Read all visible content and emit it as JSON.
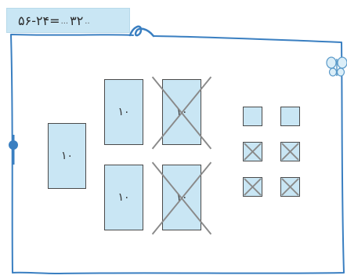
{
  "equation": {
    "expression": "۵۶-۲۴=",
    "dots_before": "...",
    "answer": "۳۲",
    "dots_after": ".."
  },
  "tens_blocks": [
    {
      "label": "۱۰",
      "crossed": false
    },
    {
      "label": "۱۰",
      "crossed": false
    },
    {
      "label": "۱۰",
      "crossed": false
    },
    {
      "label": "۱۰",
      "crossed": true
    },
    {
      "label": "۱۰",
      "crossed": true
    }
  ],
  "unit_cubes": [
    {
      "crossed": false
    },
    {
      "crossed": false
    },
    {
      "crossed": true
    },
    {
      "crossed": true
    },
    {
      "crossed": true
    },
    {
      "crossed": true
    }
  ],
  "colors": {
    "block_fill": "#c9e6f4",
    "frame": "#3a7fc1",
    "cross": "#8a8a8a"
  },
  "icons": [
    "butterfly-icon",
    "pin-icon",
    "swirl-icon"
  ]
}
